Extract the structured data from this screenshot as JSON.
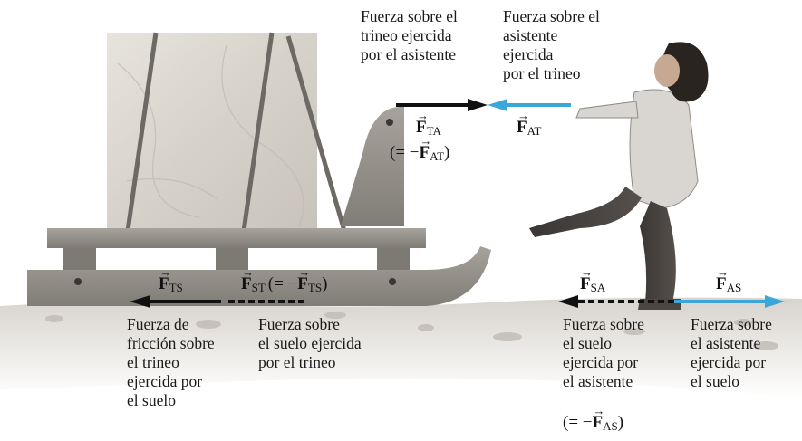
{
  "top_labels": {
    "force_on_sled_by_person": "Fuerza sobre el\ntrineo ejercida\npor el asistente",
    "force_on_person_by_sled": "Fuerza sobre el\nasistente\nejercida\npor el trineo"
  },
  "bottom_labels": {
    "friction_on_sled_by_ground": "Fuerza de\nfricción sobre\nel trineo\nejercida por\nel suelo",
    "force_on_ground_by_sled": "Fuerza sobre\nel suelo ejercida\npor el trineo",
    "force_on_ground_by_person": "Fuerza sobre\nel suelo\nejercida por\nel asistente",
    "force_on_person_by_ground": "Fuerza sobre\nel asistente\nejercida por\nel suelo"
  },
  "vectors": {
    "F_TA": {
      "symbol": "F",
      "sub": "TA",
      "eq_prefix": "(= −",
      "eq_symbol": "F",
      "eq_sub": "AT",
      "eq_suffix": ")"
    },
    "F_AT": {
      "symbol": "F",
      "sub": "AT"
    },
    "F_TS": {
      "symbol": "F",
      "sub": "TS"
    },
    "F_ST": {
      "symbol": "F",
      "sub": "ST",
      "eq_prefix": "(= −",
      "eq_symbol": "F",
      "eq_sub": "TS",
      "eq_suffix": ")"
    },
    "F_SA": {
      "symbol": "F",
      "sub": "SA"
    },
    "F_AS": {
      "symbol": "F",
      "sub": "AS"
    },
    "F_SA_eq": {
      "eq_prefix": "(= −",
      "eq_symbol": "F",
      "eq_sub": "AS",
      "eq_suffix": ")"
    }
  },
  "colors": {
    "blue_vector": "#3ba7d8",
    "black_vector": "#111111"
  }
}
